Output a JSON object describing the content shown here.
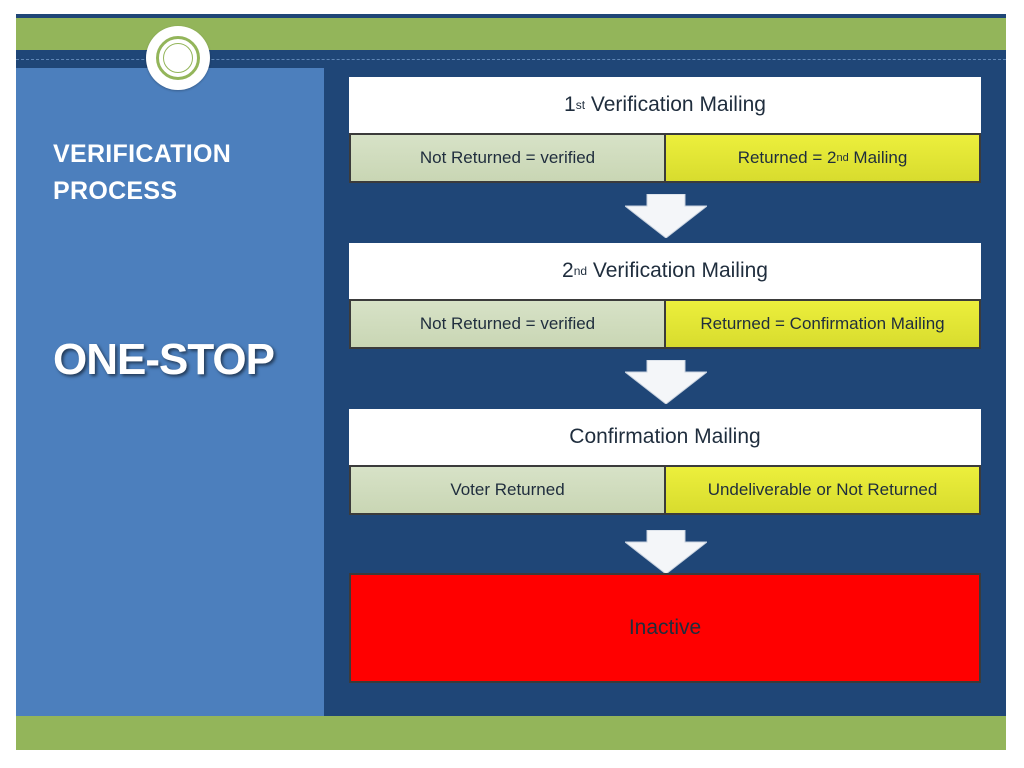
{
  "section": {
    "title": "VERIFICATION PROCESS",
    "subtitle": "ONE-STOP"
  },
  "flow": {
    "steps": [
      {
        "title_prefix": "1",
        "title_sup": "st",
        "title_rest": " Verification Mailing",
        "left": "Not Returned = verified",
        "right_prefix": "Returned = 2",
        "right_sup": "nd",
        "right_rest": " Mailing"
      },
      {
        "title_prefix": "2",
        "title_sup": "nd",
        "title_rest": " Verification Mailing",
        "left": "Not Returned = verified",
        "right_prefix": "Returned = Confirmation Mailing",
        "right_sup": "",
        "right_rest": ""
      },
      {
        "title_prefix": "Confirmation Mailing",
        "title_sup": "",
        "title_rest": "",
        "left": "Voter Returned",
        "right_prefix": "Undeliverable or Not Returned",
        "right_sup": "",
        "right_rest": ""
      }
    ],
    "final": "Inactive"
  },
  "colors": {
    "navy": "#1f4677",
    "panel_blue": "#4c7fbd",
    "green_band": "#93b55a",
    "outcome_green": "#d2dec0",
    "outcome_yellow": "#e5e83a",
    "final_red": "#ff0000"
  }
}
